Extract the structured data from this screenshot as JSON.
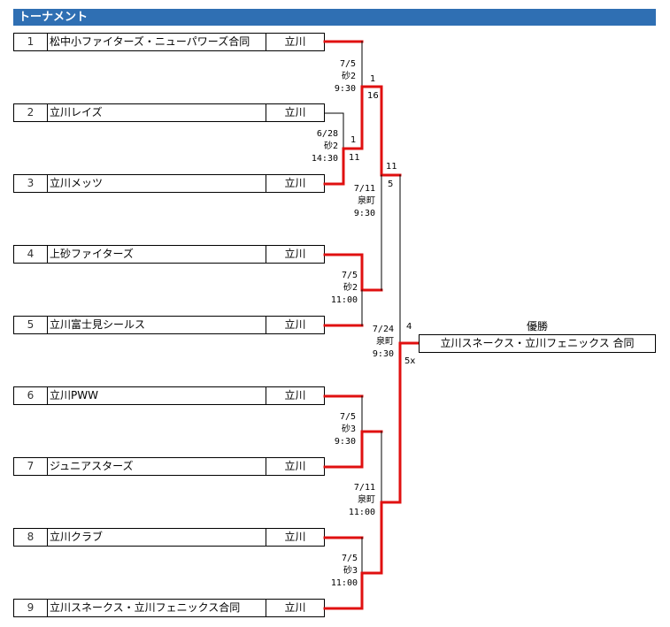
{
  "title": "トーナメント",
  "teams": [
    {
      "seed": "1",
      "name": "松中小ファイターズ・ニューパワーズ合同",
      "area": "立川"
    },
    {
      "seed": "2",
      "name": "立川レイズ",
      "area": "立川"
    },
    {
      "seed": "3",
      "name": "立川メッツ",
      "area": "立川"
    },
    {
      "seed": "4",
      "name": "上砂ファイターズ",
      "area": "立川"
    },
    {
      "seed": "5",
      "name": "立川富士見シールス",
      "area": "立川"
    },
    {
      "seed": "6",
      "name": "立川PWW",
      "area": "立川"
    },
    {
      "seed": "7",
      "name": "ジュニアスターズ",
      "area": "立川"
    },
    {
      "seed": "8",
      "name": "立川クラブ",
      "area": "立川"
    },
    {
      "seed": "9",
      "name": "立川スネークス・立川フェニックス合同",
      "area": "立川"
    }
  ],
  "matches": [
    {
      "id": "m2v3",
      "date": "6/28",
      "venue": "砂2",
      "time": "14:30",
      "score_top": "1",
      "score_bottom": "11"
    },
    {
      "id": "m1",
      "date": "7/5",
      "venue": "砂2",
      "time": "9:30",
      "score_top": "1",
      "score_bottom": "16"
    },
    {
      "id": "m4v5",
      "date": "7/5",
      "venue": "砂2",
      "time": "11:00",
      "score_top": "",
      "score_bottom": ""
    },
    {
      "id": "semi_top",
      "date": "7/11",
      "venue": "泉町",
      "time": "9:30",
      "score_top": "11",
      "score_bottom": "5"
    },
    {
      "id": "m6v7",
      "date": "7/5",
      "venue": "砂3",
      "time": "9:30",
      "score_top": "",
      "score_bottom": ""
    },
    {
      "id": "m8v9",
      "date": "7/5",
      "venue": "砂3",
      "time": "11:00",
      "score_top": "",
      "score_bottom": ""
    },
    {
      "id": "semi_bottom",
      "date": "7/11",
      "venue": "泉町",
      "time": "11:00",
      "score_top": "",
      "score_bottom": ""
    },
    {
      "id": "final",
      "date": "7/24",
      "venue": "泉町",
      "time": "9:30",
      "score_top": "4",
      "score_bottom": "5x"
    }
  ],
  "champion": {
    "label": "優勝",
    "name": "立川スネークス・立川フェニックス 合同"
  },
  "colors": {
    "header": "#2f6fb3",
    "winner_line": "#e01010",
    "line": "#000000"
  }
}
